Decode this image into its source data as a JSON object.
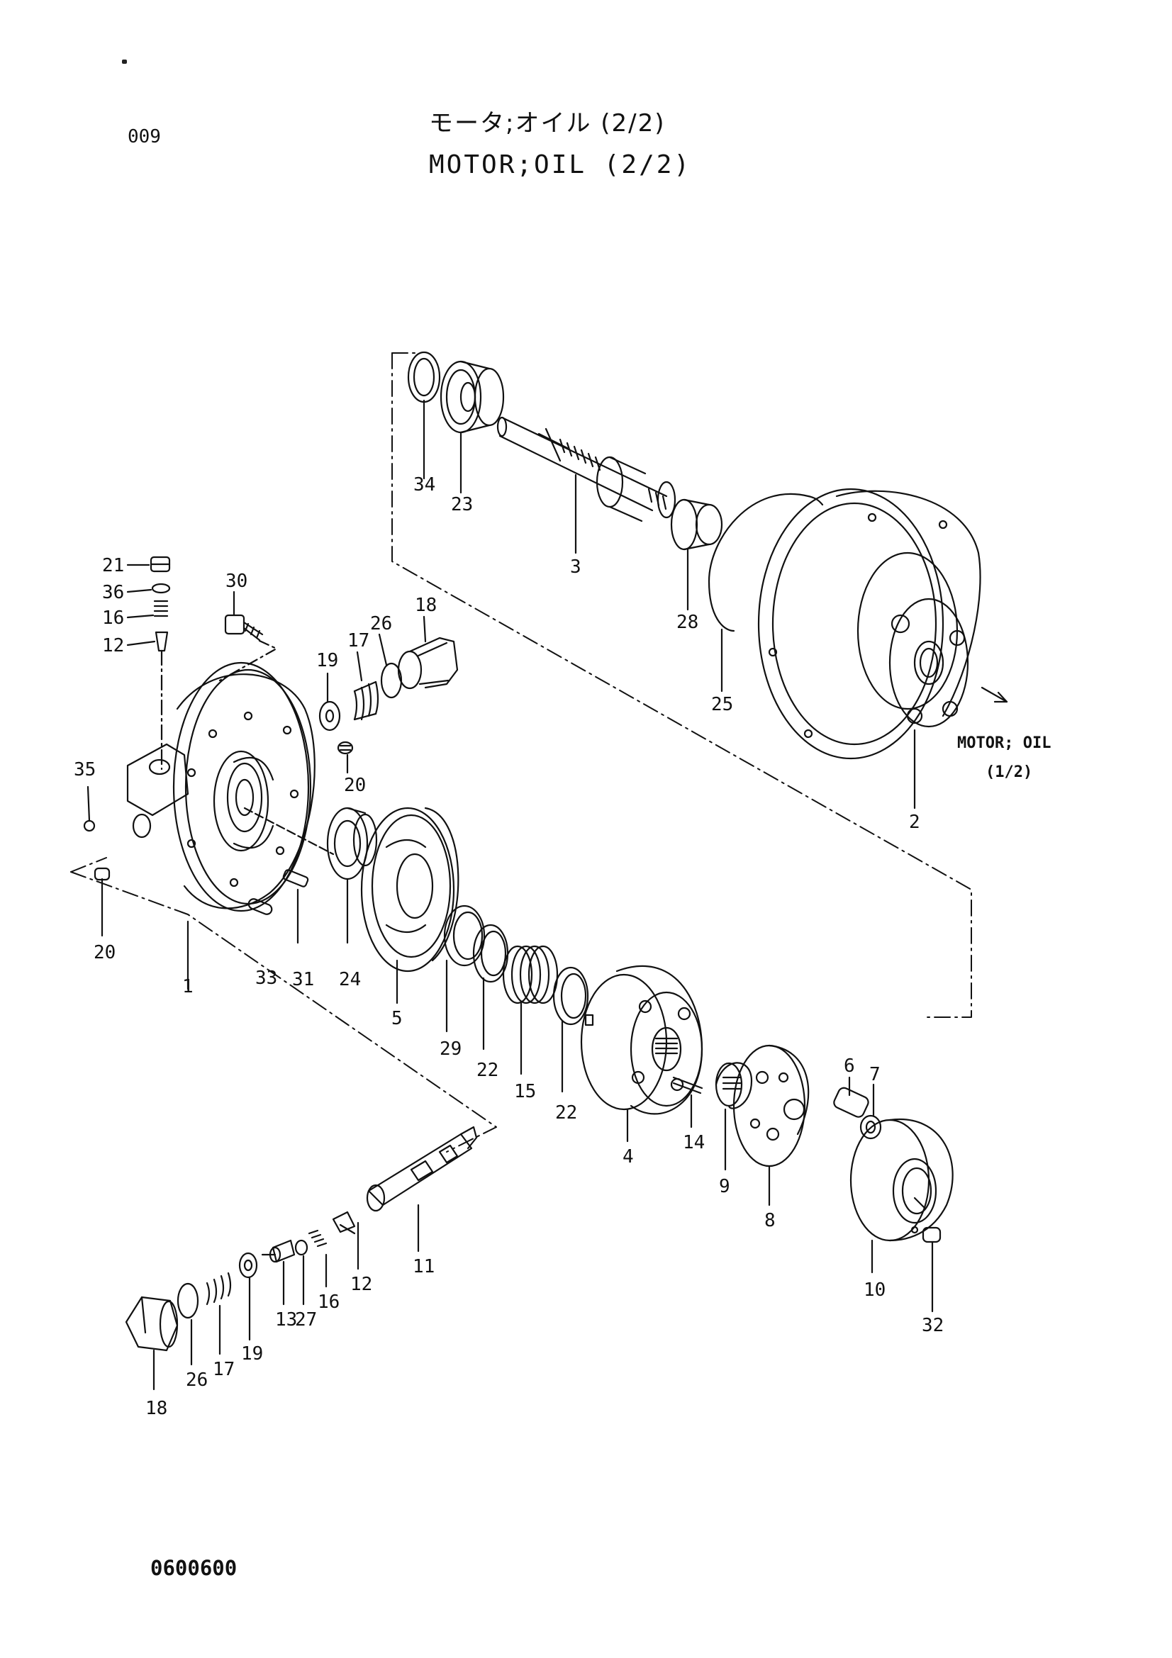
{
  "header": {
    "page_number": "009",
    "title_jp": "モータ;オイル (2/2)",
    "title_en": "MOTOR;OIL (2/2)"
  },
  "footer": {
    "ref_code": "0600600"
  },
  "cross_reference": {
    "line1": "MOTOR; OIL",
    "line2": "(1/2)"
  },
  "callouts": [
    {
      "num": "34"
    },
    {
      "num": "23"
    },
    {
      "num": "3"
    },
    {
      "num": "28"
    },
    {
      "num": "25"
    },
    {
      "num": "2"
    },
    {
      "num": "21"
    },
    {
      "num": "36"
    },
    {
      "num": "16"
    },
    {
      "num": "12"
    },
    {
      "num": "30"
    },
    {
      "num": "19"
    },
    {
      "num": "17"
    },
    {
      "num": "26"
    },
    {
      "num": "18"
    },
    {
      "num": "20"
    },
    {
      "num": "35"
    },
    {
      "num": "20"
    },
    {
      "num": "1"
    },
    {
      "num": "33"
    },
    {
      "num": "31"
    },
    {
      "num": "24"
    },
    {
      "num": "5"
    },
    {
      "num": "29"
    },
    {
      "num": "22"
    },
    {
      "num": "15"
    },
    {
      "num": "22"
    },
    {
      "num": "4"
    },
    {
      "num": "14"
    },
    {
      "num": "9"
    },
    {
      "num": "8"
    },
    {
      "num": "6"
    },
    {
      "num": "7"
    },
    {
      "num": "10"
    },
    {
      "num": "32"
    },
    {
      "num": "11"
    },
    {
      "num": "12"
    },
    {
      "num": "16"
    },
    {
      "num": "27"
    },
    {
      "num": "13"
    },
    {
      "num": "19"
    },
    {
      "num": "17"
    },
    {
      "num": "26"
    },
    {
      "num": "18"
    }
  ]
}
